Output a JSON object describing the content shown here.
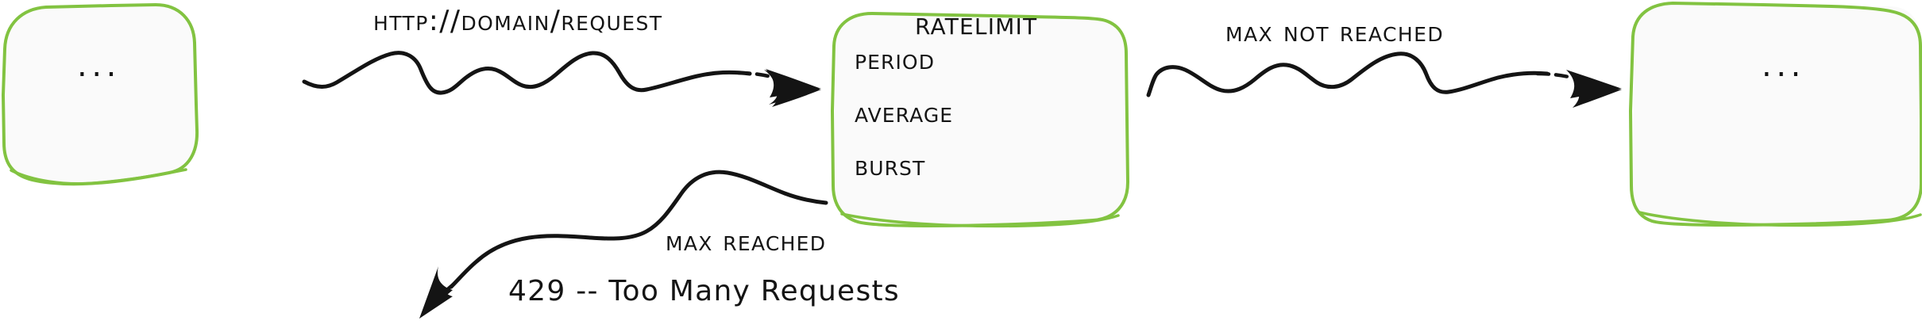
{
  "diagram": {
    "style": "hand-drawn sketch",
    "colors": {
      "node_border": "#82C341",
      "node_fill": "#fafafa",
      "ink": "#141414",
      "background": "#ffffff"
    },
    "nodes": [
      {
        "id": "upstream",
        "label": "...",
        "title": "",
        "items": []
      },
      {
        "id": "ratelimit",
        "title": "RateLimit",
        "items": [
          "Period",
          "Average",
          "Burst"
        ],
        "label": ""
      },
      {
        "id": "downstream",
        "label": "...",
        "title": "",
        "items": []
      }
    ],
    "edges": [
      {
        "id": "request",
        "label": "http://domain/request",
        "from": "upstream",
        "to": "ratelimit",
        "arrow": "wavy-right"
      },
      {
        "id": "max-not-reached",
        "label": "Max not reached",
        "from": "ratelimit",
        "to": "downstream",
        "arrow": "wavy-right"
      },
      {
        "id": "max-reached",
        "label": "Max Reached",
        "sublabel": "429 -- Too Many Requests",
        "from": "ratelimit",
        "to": "client",
        "arrow": "curve-down-left"
      }
    ]
  }
}
